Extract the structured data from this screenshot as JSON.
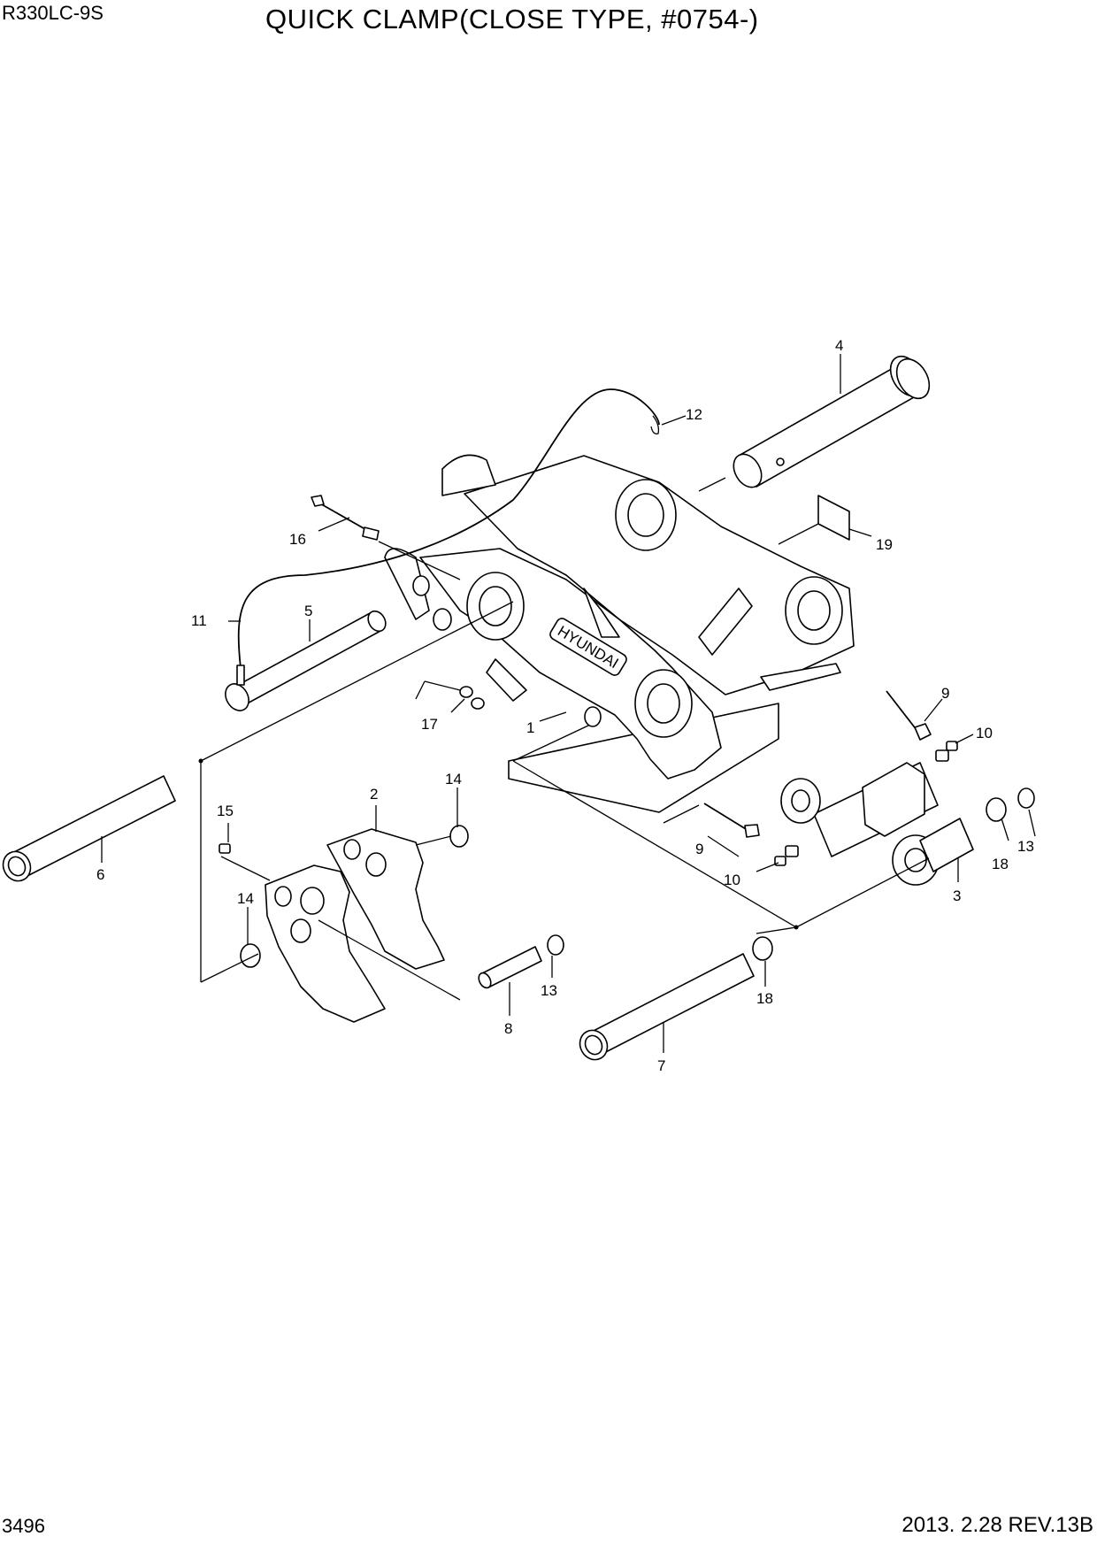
{
  "header": {
    "model": "R330LC-9S",
    "title": "QUICK CLAMP(CLOSE TYPE, #0754-)"
  },
  "footer": {
    "page_number": "3496",
    "revision": "2013. 2.28  REV.13B"
  },
  "drawing": {
    "brand_plate": "HYUNDAI",
    "callouts": {
      "c1": "1",
      "c2": "2",
      "c3": "3",
      "c4": "4",
      "c5": "5",
      "c6": "6",
      "c7": "7",
      "c8": "8",
      "c9a": "9",
      "c9b": "9",
      "c10a": "10",
      "c10b": "10",
      "c11": "11",
      "c12": "12",
      "c13a": "13",
      "c13b": "13",
      "c14a": "14",
      "c14b": "14",
      "c15": "15",
      "c16": "16",
      "c17": "17",
      "c18a": "18",
      "c18b": "18",
      "c19": "19"
    }
  }
}
